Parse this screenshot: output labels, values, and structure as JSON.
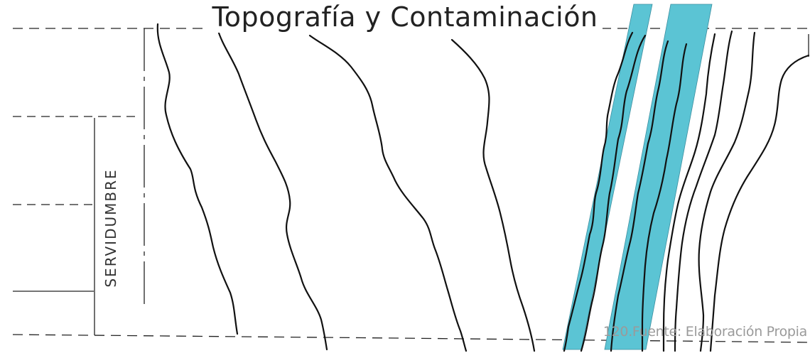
{
  "title": "Topografía y Contaminación",
  "side_label": "SERVIDUMBRE",
  "source": "120.Fuente: Elaboración Propia",
  "colors": {
    "stream": "#5bc4d4",
    "contour": "#111111",
    "guide": "#222222"
  }
}
